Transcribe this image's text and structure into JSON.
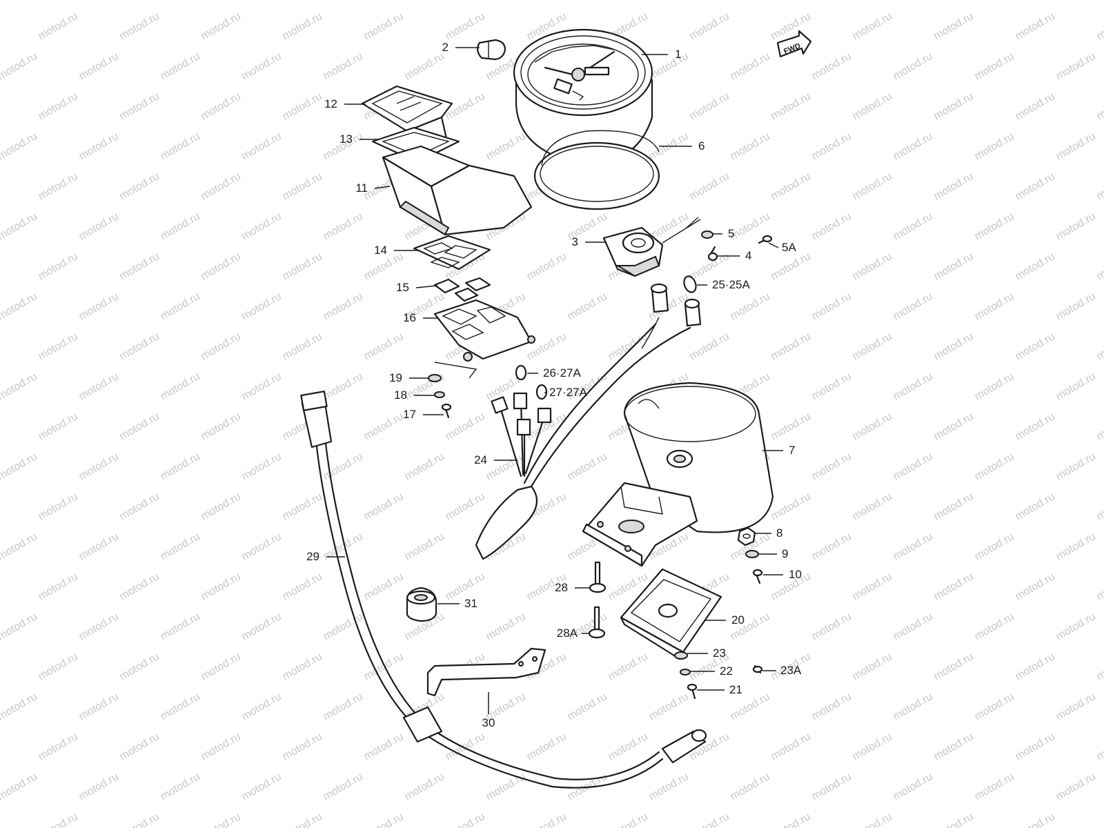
{
  "watermark": "motod.ru",
  "fwd_badge": "FWD",
  "callouts": [
    {
      "id": "p1",
      "label": "1"
    },
    {
      "id": "p2",
      "label": "2"
    },
    {
      "id": "p3",
      "label": "3"
    },
    {
      "id": "p4",
      "label": "4"
    },
    {
      "id": "p5",
      "label": "5"
    },
    {
      "id": "p5a",
      "label": "5A"
    },
    {
      "id": "p6",
      "label": "6"
    },
    {
      "id": "p7",
      "label": "7"
    },
    {
      "id": "p8",
      "label": "8"
    },
    {
      "id": "p9",
      "label": "9"
    },
    {
      "id": "p10",
      "label": "10"
    },
    {
      "id": "p11",
      "label": "11"
    },
    {
      "id": "p12",
      "label": "12"
    },
    {
      "id": "p13",
      "label": "13"
    },
    {
      "id": "p14",
      "label": "14"
    },
    {
      "id": "p15",
      "label": "15"
    },
    {
      "id": "p16",
      "label": "16"
    },
    {
      "id": "p17",
      "label": "17"
    },
    {
      "id": "p18",
      "label": "18"
    },
    {
      "id": "p19",
      "label": "19"
    },
    {
      "id": "p20",
      "label": "20"
    },
    {
      "id": "p21",
      "label": "21"
    },
    {
      "id": "p22",
      "label": "22"
    },
    {
      "id": "p23",
      "label": "23"
    },
    {
      "id": "p23a",
      "label": "23A"
    },
    {
      "id": "p24",
      "label": "24"
    },
    {
      "id": "p25",
      "label": "25·25A"
    },
    {
      "id": "p26",
      "label": "26·27A"
    },
    {
      "id": "p27",
      "label": "27·27A"
    },
    {
      "id": "p28",
      "label": "28"
    },
    {
      "id": "p28a",
      "label": "28A"
    },
    {
      "id": "p29",
      "label": "29"
    },
    {
      "id": "p30",
      "label": "30"
    },
    {
      "id": "p31",
      "label": "31"
    }
  ]
}
